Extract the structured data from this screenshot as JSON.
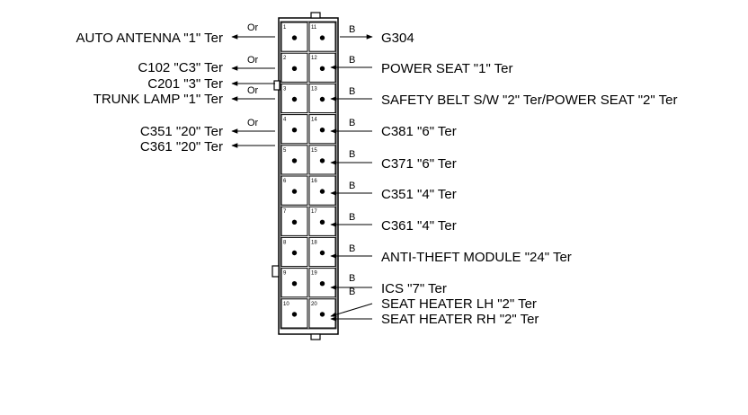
{
  "connector": {
    "pins_left": [
      "1",
      "2",
      "3",
      "4",
      "5",
      "6",
      "7",
      "8",
      "9",
      "10"
    ],
    "pins_right": [
      "11",
      "12",
      "13",
      "14",
      "15",
      "16",
      "17",
      "18",
      "19",
      "20"
    ]
  },
  "left_labels": [
    "AUTO ANTENNA \"1\" Ter",
    "C102 \"C3\" Ter",
    "C201 \"3\" Ter",
    "TRUNK LAMP \"1\" Ter",
    "C351 \"20\" Ter",
    "C361 \"20\" Ter"
  ],
  "right_labels": [
    "G304",
    "POWER SEAT \"1\" Ter",
    "SAFETY BELT S/W \"2\" Ter/POWER SEAT \"2\" Ter",
    "C381 \"6\" Ter",
    "C371 \"6\" Ter",
    "C351 \"4\" Ter",
    "C361 \"4\" Ter",
    "ANTI-THEFT MODULE \"24\" Ter",
    "ICS \"7\" Ter",
    "SEAT HEATER LH \"2\" Ter",
    "SEAT HEATER RH \"2\" Ter"
  ],
  "wire_colors": {
    "or": "Or",
    "b": "B"
  }
}
